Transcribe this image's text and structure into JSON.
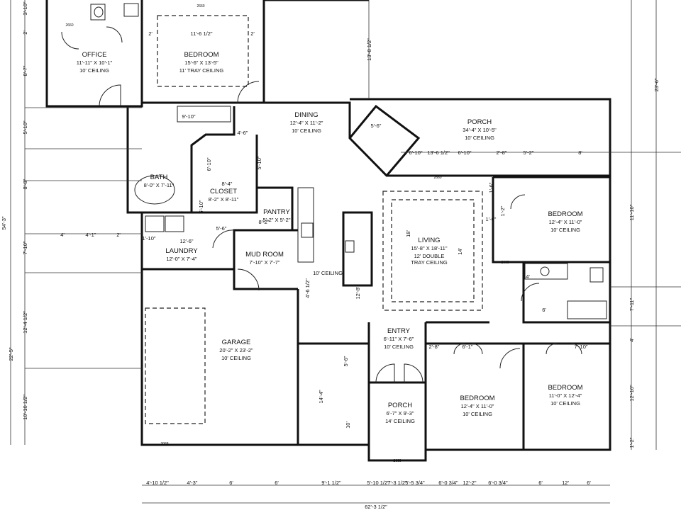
{
  "rooms": [
    {
      "name": "OFFICE",
      "size": "11'-11\" X 10'-1\"",
      "ceiling": "10' CEILING"
    },
    {
      "name": "BEDROOM",
      "size": "15'-6\" X 13'-5\"",
      "ceiling": "11' TRAY CEILING"
    },
    {
      "name": "DINING",
      "size": "12'-4\" X 11'-2\"",
      "ceiling": "10' CEILING"
    },
    {
      "name": "PORCH",
      "size": "34'-4\" X 10'-5\"",
      "ceiling": "10' CEILING"
    },
    {
      "name": "BATH",
      "size": "8'-0\" X 7'-11\"",
      "ceiling": ""
    },
    {
      "name": "CLOSET",
      "size": "8'-2\" X 8'-11\"",
      "ceiling": ""
    },
    {
      "name": "PANTRY",
      "size": "5'-2\" X 5'-2\"",
      "ceiling": ""
    },
    {
      "name": "BEDROOM",
      "size": "12'-4\" X 11'-0\"",
      "ceiling": "10' CEILING"
    },
    {
      "name": "LIVING",
      "size": "15'-8\" X 18'-11\"",
      "ceiling": "12' DOUBLE TRAY CEILING"
    },
    {
      "name": "LAUNDRY",
      "size": "12'-0\" X 7'-4\"",
      "ceiling": ""
    },
    {
      "name": "MUD ROOM",
      "size": "7'-10\" X 7'-7\"",
      "ceiling": ""
    },
    {
      "name": "",
      "size": "",
      "ceiling": "10' CEILING"
    },
    {
      "name": "GARAGE",
      "size": "20'-2\" X 23'-2\"",
      "ceiling": "10' CEILING"
    },
    {
      "name": "ENTRY",
      "size": "6'-11\" X 7'-6\"",
      "ceiling": "10' CEILING"
    },
    {
      "name": "PORCH",
      "size": "6'-7\" X 9'-3\"",
      "ceiling": "14' CEILING"
    },
    {
      "name": "BEDROOM",
      "size": "12'-4\" X 11'-0\"",
      "ceiling": "10' CEILING"
    },
    {
      "name": "BEDROOM",
      "size": "11'-0\" X 12'-4\"",
      "ceiling": "10' CEILING"
    }
  ],
  "dims_top": [
    "2'",
    "11'-6 1/2\"",
    "2'",
    "5'-6\"",
    "6'-10\"",
    "13'-6 1/2\"",
    "6'-10\"",
    "2'-8\"",
    "5'-2\"",
    "8'"
  ],
  "dims_bottom": [
    "4'-10 1/2\"",
    "4'-3\"",
    "6'",
    "6'",
    "9'-1 1/2\"",
    "5'-10 1/2\"",
    "7'-3 1/2\"",
    "5'-5 3/4\"",
    "6'-0 3/4\"",
    "12'-2\"",
    "6'-0 3/4\"",
    "6'",
    "12'",
    "6'"
  ],
  "overall_width": "62'-3 1/2\"",
  "dims_left": [
    "3'-10\"",
    "2'",
    "8'-7\"",
    "5'-10\"",
    "8'-8\"",
    "7'-10\"",
    "12'-4 1/2\"",
    "22'-5\"",
    "10'-10 1/2\""
  ],
  "overall_height": "54'-3\"",
  "dims_right": [
    "23'-6\"",
    "11'-10\"",
    "7'-11\"",
    "4'",
    "12'-10\"",
    "1'-2\""
  ],
  "dims_misc": [
    "13'-8 1/2\"",
    "4'",
    "4'-1\"",
    "2'",
    "12'-6\"",
    "1'-10\"",
    "8'-2\"",
    "5'-6\"",
    "9'-10\"",
    "4'-6\"",
    "8'-4\"",
    "6'-10\"",
    "6'-10\"",
    "5'-10\"",
    "4'-6 1/2\"",
    "14'",
    "18'",
    "12'-8\"",
    "14'-4\"",
    "10'",
    "5'-6\"",
    "6'-1\"",
    "7'-10\"",
    "2'-8\"",
    "1'-6\"",
    "1'-6\"",
    "1'-2\"",
    "6'",
    "4'"
  ],
  "annotations": [
    "2660",
    "2660",
    "2660",
    "2660",
    "2660",
    "3068"
  ]
}
